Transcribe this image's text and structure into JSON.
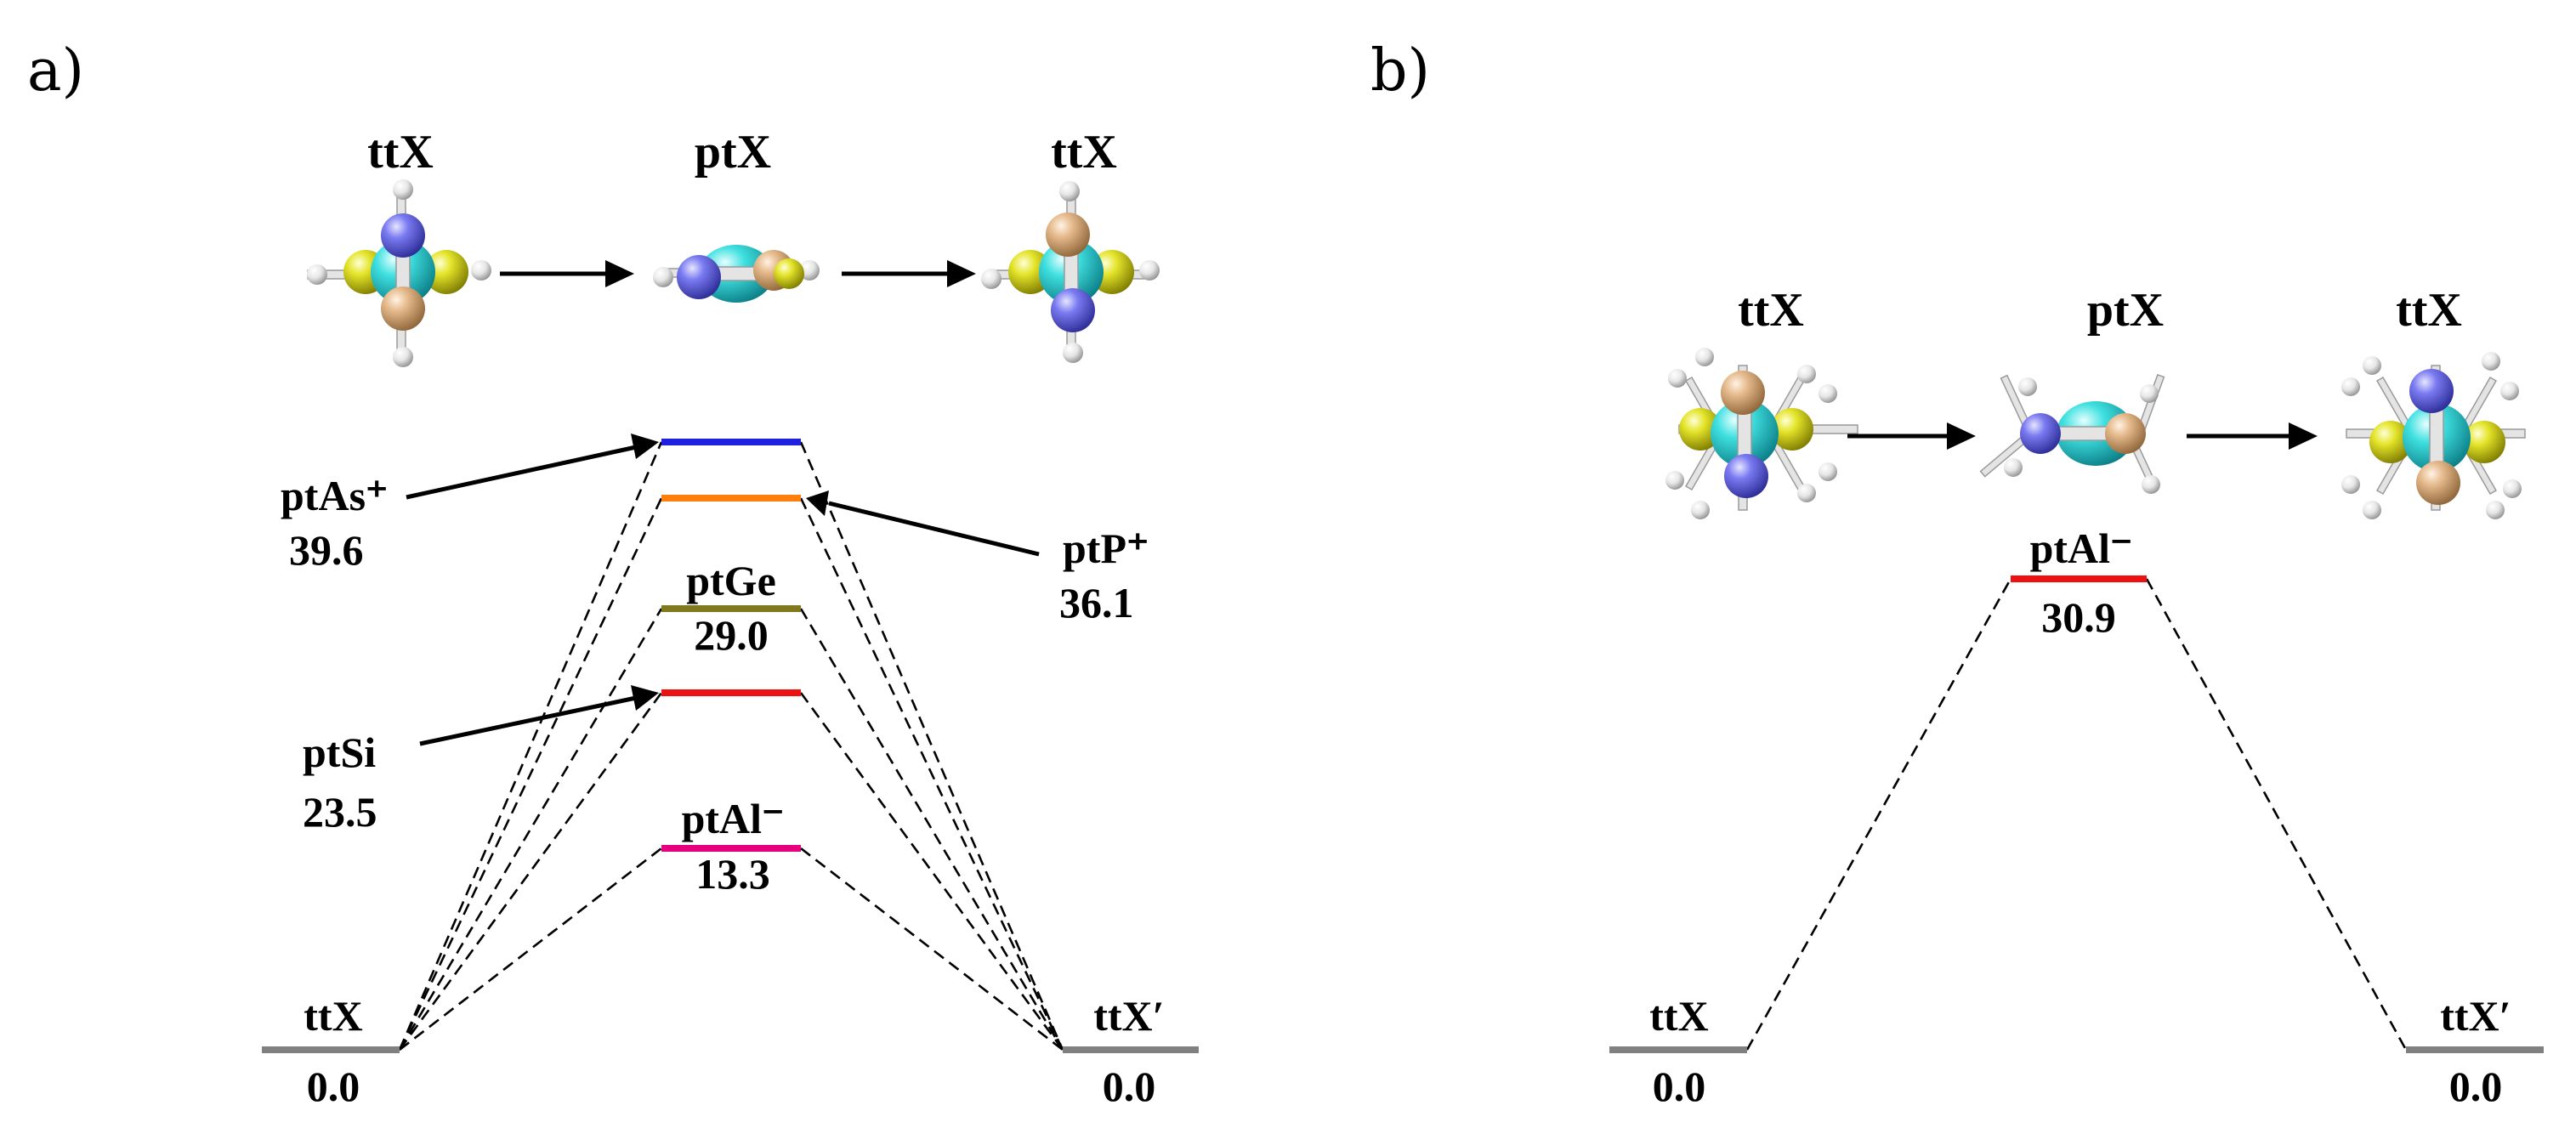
{
  "panel_a": {
    "panel_label": "a)",
    "mechanism_labels": [
      "ttX",
      "ptX",
      "ttX"
    ],
    "reactant": {
      "label": "ttX",
      "energy": "0.0",
      "color": "#808080"
    },
    "product": {
      "label": "ttX′",
      "energy": "0.0",
      "color": "#808080"
    },
    "transition_states": [
      {
        "name": "ptAs⁺",
        "energy": "39.6",
        "color": "#1f1fe0"
      },
      {
        "name": "ptP⁺",
        "energy": "36.1",
        "color": "#ff7f0e"
      },
      {
        "name": "ptGe",
        "energy": "29.0",
        "color": "#7f7a1e"
      },
      {
        "name": "ptSi",
        "energy": "23.5",
        "color": "#ee1111"
      },
      {
        "name": "ptAl⁻",
        "energy": "13.3",
        "color": "#e6007e"
      }
    ]
  },
  "panel_b": {
    "panel_label": "b)",
    "mechanism_labels": [
      "ttX",
      "ptX",
      "ttX"
    ],
    "reactant": {
      "label": "ttX",
      "energy": "0.0",
      "color": "#808080"
    },
    "product": {
      "label": "ttX′",
      "energy": "0.0",
      "color": "#808080"
    },
    "transition_states": [
      {
        "name": "ptAl⁻",
        "energy": "30.9",
        "color": "#ee1111"
      }
    ]
  },
  "atom_colors": {
    "carbon": "#2ad4d4",
    "silicon": "#d8d820",
    "nitrogen": "#6f6ff0",
    "boron": "#e0b487",
    "hydrogen": "#e8e8e8"
  },
  "icons": [
    "molecule-icon",
    "reaction-arrow-icon"
  ]
}
